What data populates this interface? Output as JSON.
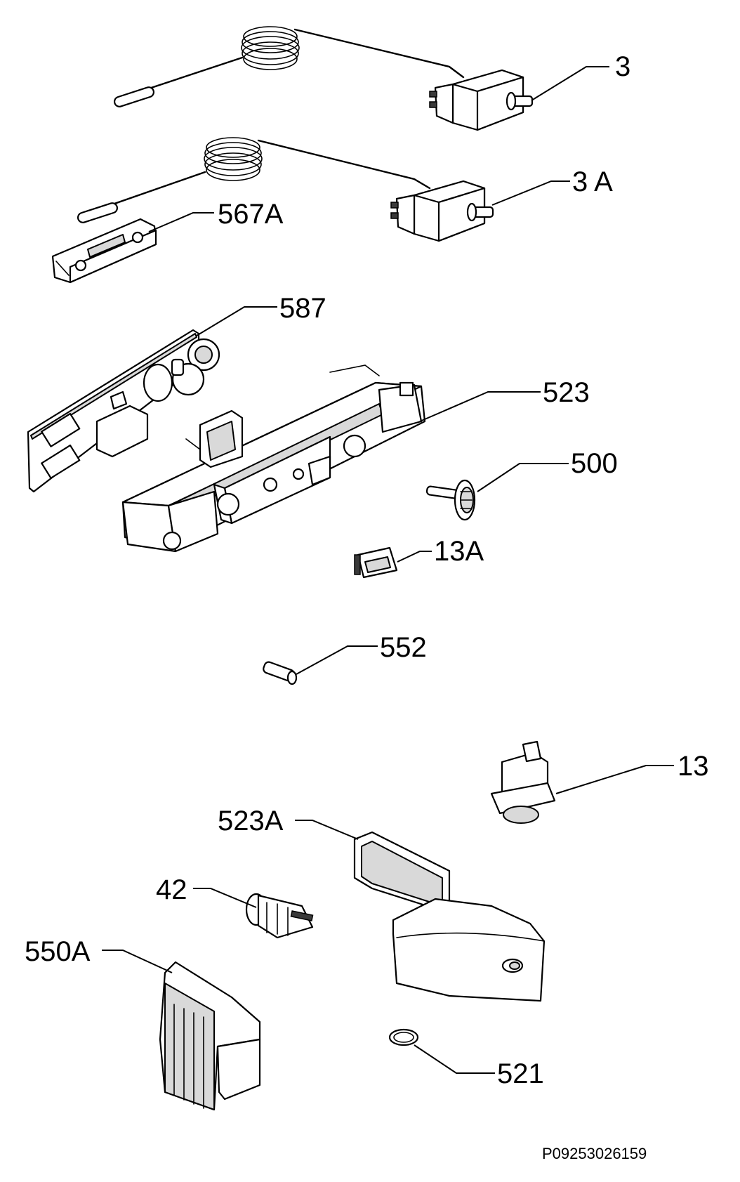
{
  "labels": {
    "l3": "3",
    "l3a": "3 A",
    "l567a": "567A",
    "l587": "587",
    "l523": "523",
    "l500": "500",
    "l13a": "13A",
    "l552": "552",
    "l13": "13",
    "l523a": "523A",
    "l42": "42",
    "l550a": "550A",
    "l521": "521"
  },
  "drawing_code": "P09253026159"
}
